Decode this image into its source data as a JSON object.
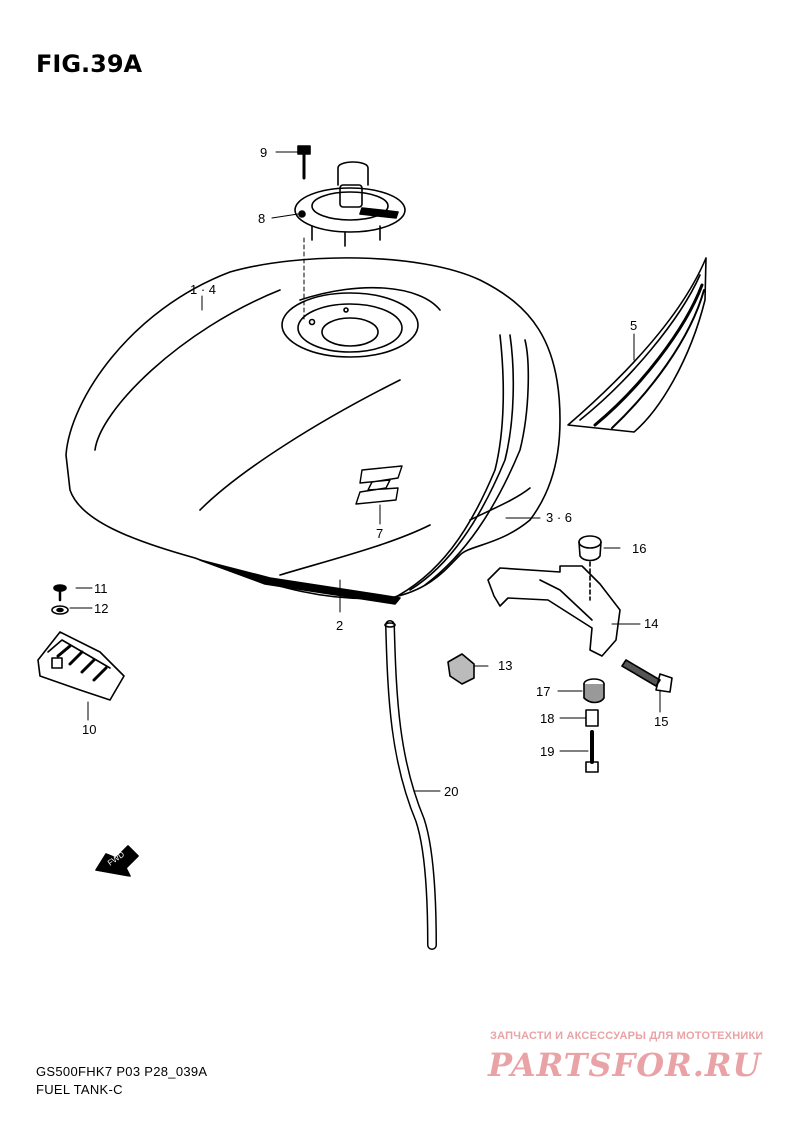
{
  "figure": {
    "title": "FIG.39A"
  },
  "callouts": {
    "c1_4": "1 · 4",
    "c2": "2",
    "c3_6": "3 · 6",
    "c5": "5",
    "c7": "7",
    "c8": "8",
    "c9": "9",
    "c10": "10",
    "c11": "11",
    "c12": "12",
    "c13": "13",
    "c14": "14",
    "c15": "15",
    "c16": "16",
    "c17": "17",
    "c18": "18",
    "c19": "19",
    "c20": "20"
  },
  "fwd_label": "FWD",
  "footer": {
    "model_code": "GS500FHK7 P03 P28_039A",
    "section_name": "FUEL TANK-C"
  },
  "watermark": {
    "tagline": "ЗАПЧАСТИ И АКСЕССУАРЫ ДЛЯ МОТОТЕХНИКИ",
    "site": "PARTSFOR.RU"
  },
  "colors": {
    "line": "#000000",
    "watermark": "#e9a3a6"
  }
}
